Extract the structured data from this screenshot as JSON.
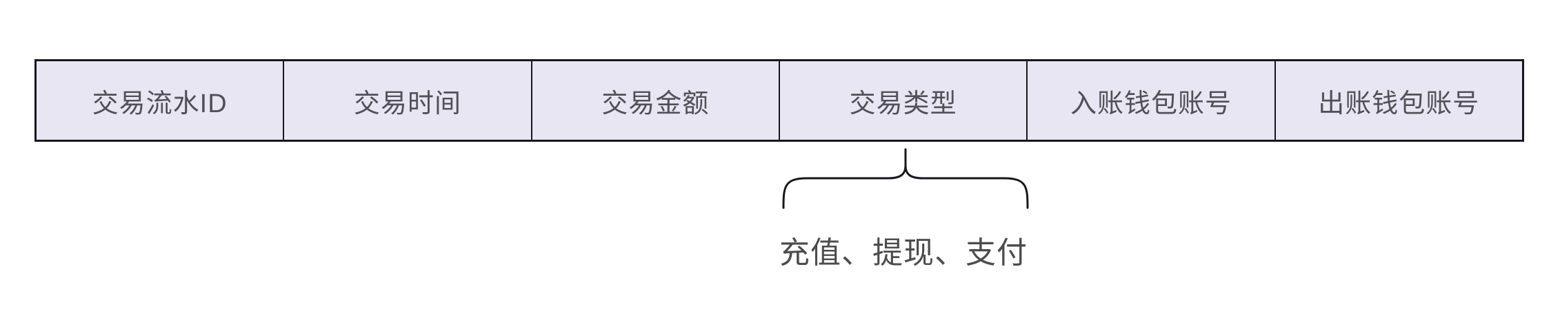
{
  "table": {
    "headers": [
      "交易流水ID",
      "交易时间",
      "交易金额",
      "交易类型",
      "入账钱包账号",
      "出账钱包账号"
    ]
  },
  "annotation": {
    "target_column": "交易类型",
    "label": "充值、提现、支付"
  },
  "colors": {
    "cell_fill": "#e9e6f3",
    "line": "#17171b",
    "header_text": "#514f57",
    "annotation_text": "#4c4c4c",
    "background": "#ffffff"
  }
}
